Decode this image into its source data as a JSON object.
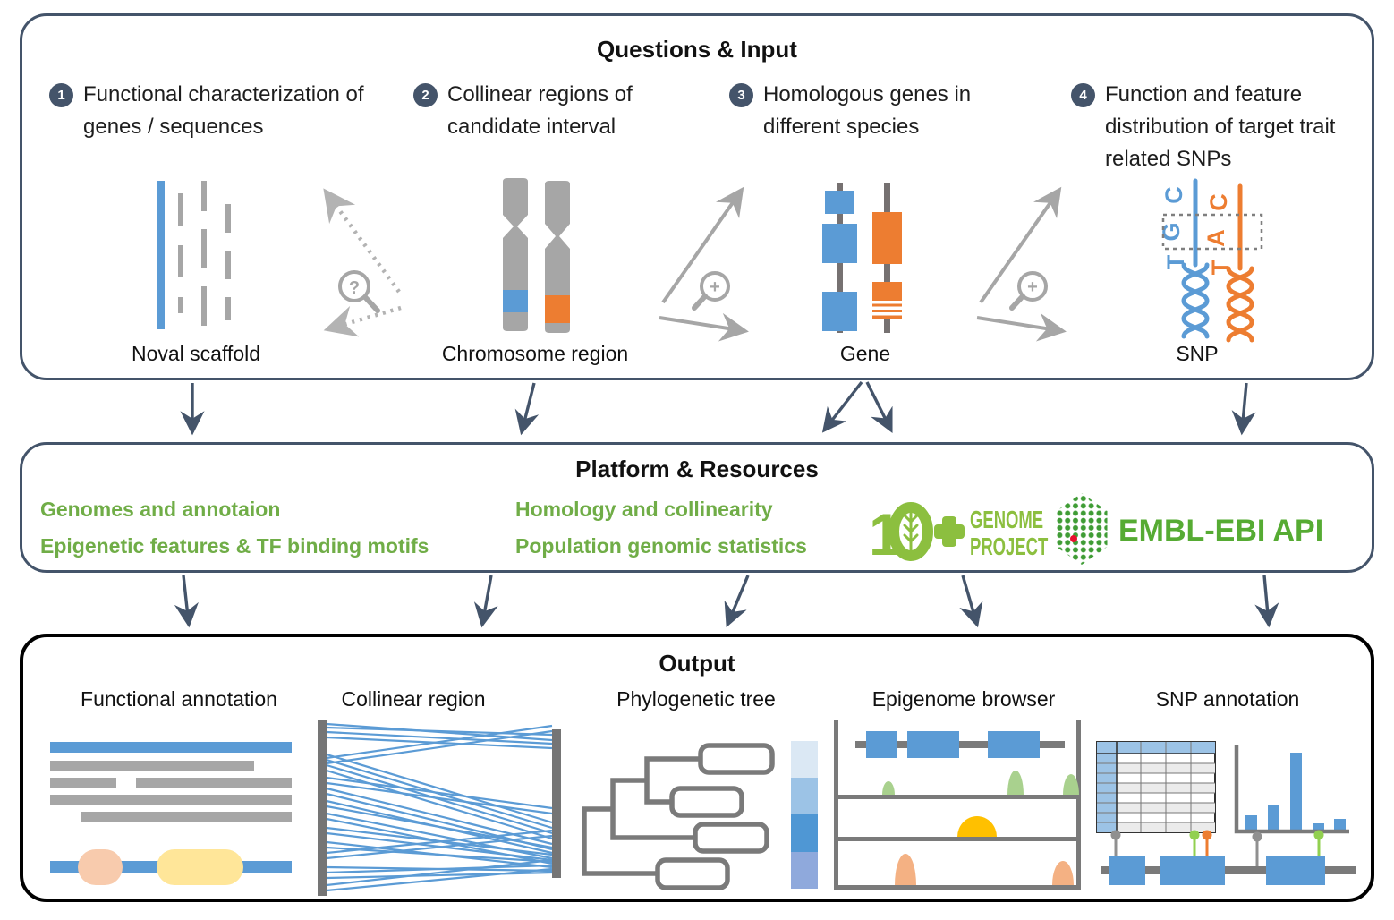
{
  "colors": {
    "slate": "#44546a",
    "blue": "#5b9bd5",
    "orange": "#ed7d31",
    "gray": "#a6a6a6",
    "green_text": "#70ad47",
    "logo_green": "#8cbf3f",
    "embl_dot_green": "#3f9c35",
    "embl_red": "#e8112d"
  },
  "questions": {
    "title": "Questions & Input",
    "items": [
      {
        "num": "1",
        "text": "Functional characterization of genes / sequences"
      },
      {
        "num": "2",
        "text": "Collinear regions of candidate interval"
      },
      {
        "num": "3",
        "text": "Homologous genes in different species"
      },
      {
        "num": "4",
        "text": "Function and feature distribution of target trait related SNPs"
      }
    ],
    "icon_labels": {
      "scaffold": "Noval scaffold",
      "chromosome": "Chromosome region",
      "gene": "Gene",
      "snp": "SNP"
    },
    "magnifier_question": "?",
    "magnifier_plus": "+",
    "snp_bases": {
      "blue": [
        "C",
        "G",
        "T"
      ],
      "orange": [
        "C",
        "A",
        "T"
      ]
    }
  },
  "platform": {
    "title": "Platform & Resources",
    "resources": [
      "Genomes and annotaion",
      "Epigenetic features & TF binding motifs",
      "Homology and collinearity",
      "Population genomic statistics"
    ],
    "genome_logo": {
      "number": "1",
      "line1": "GENOME",
      "line2": "PROJECT"
    },
    "embl_logo": {
      "label": "EMBL-EBI API"
    }
  },
  "output": {
    "title": "Output",
    "labels": [
      "Functional annotation",
      "Collinear region",
      "Phylogenetic tree",
      "Epigenome browser",
      "SNP annotation"
    ]
  }
}
